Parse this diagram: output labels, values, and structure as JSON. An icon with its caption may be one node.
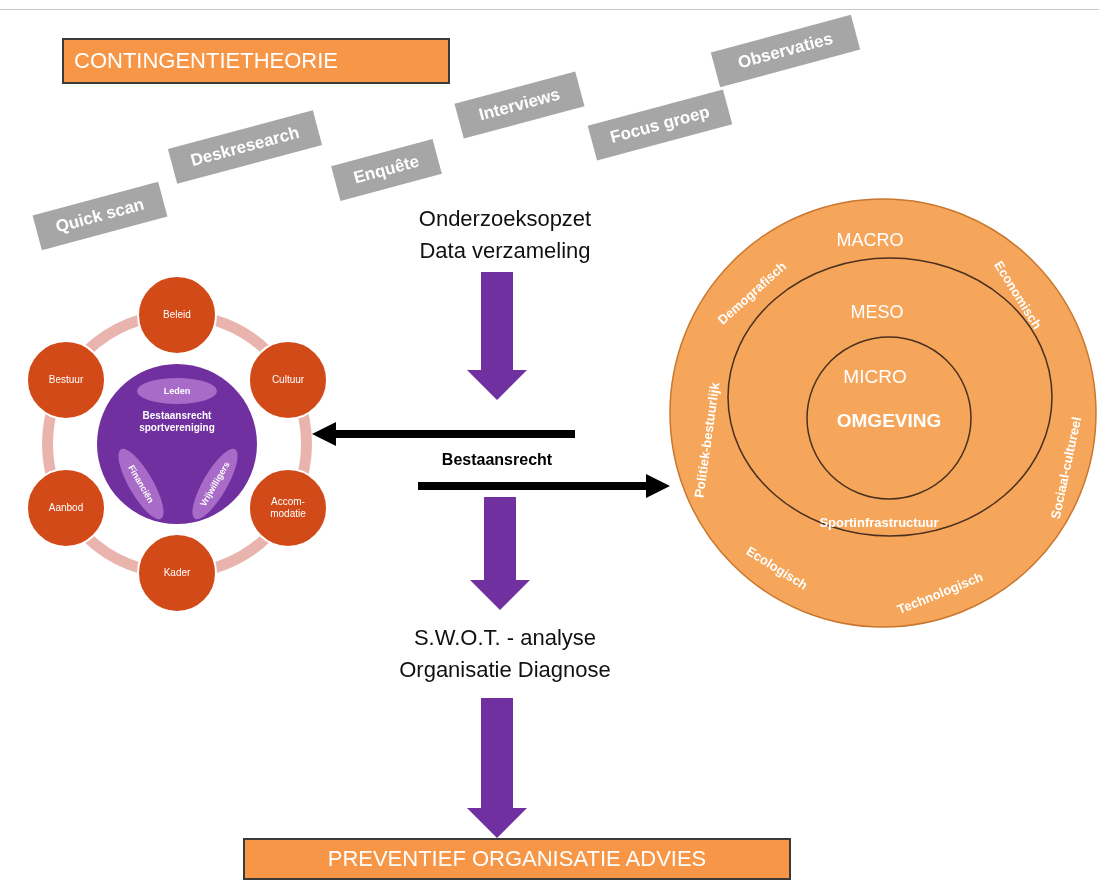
{
  "diagram": {
    "nodes": [
      {
        "text": [
          "CONTINGENTIETHEORIE"
        ]
      },
      {
        "text": [
          "Quick scan"
        ]
      },
      {
        "text": [
          "Deskresearch"
        ]
      },
      {
        "text": [
          "Enquête"
        ]
      },
      {
        "text": [
          "Interviews"
        ]
      },
      {
        "text": [
          "Focus groep"
        ]
      },
      {
        "text": [
          "Observaties"
        ]
      },
      {
        "text": [
          "Onderzoeksopzet",
          "Data verzameling"
        ]
      },
      {
        "text": [],
        "shape": "circle"
      },
      {
        "text": [
          "Beleid"
        ]
      },
      {
        "text": [
          "Bestuur"
        ]
      },
      {
        "text": [
          "Cultuur"
        ]
      },
      {
        "text": [
          "Bestaansrecht sportvereniging"
        ],
        "in": 8
      },
      {
        "text": [
          "Leden"
        ],
        "in": 12
      },
      {
        "text": [
          "Financiën"
        ],
        "in": 12
      },
      {
        "text": [
          "Vrijwilligers"
        ],
        "in": 12
      },
      {
        "text": [
          "Aanbod"
        ]
      },
      {
        "text": [
          "Accom-modatie"
        ]
      },
      {
        "text": [
          "Kader"
        ]
      },
      {
        "text": [
          "MACRO",
          "Demografisch",
          "Economisch",
          "Politiek-bestuurlijk",
          "Sociaal-cultureel",
          "Ecologisch",
          "Technologisch"
        ]
      },
      {
        "text": [
          "MESO",
          "Sportinfrastructuur"
        ],
        "in": 19
      },
      {
        "text": [
          "MICRO",
          "OMGEVING"
        ],
        "in": 20
      },
      {
        "text": [
          "S.W.O.T. - analyse",
          "Organisatie Diagnose"
        ]
      },
      {
        "text": [
          "PREVENTIEF ORGANISATIE ADVIES"
        ]
      }
    ],
    "edges": [
      {
        "from": 7,
        "to": null,
        "arrow": "to",
        "style": "thick"
      },
      {
        "from": null,
        "to": 8,
        "arrow": "to",
        "color": "#000000"
      },
      {
        "from": null,
        "to": 19,
        "arrow": "to",
        "color": "#000000"
      },
      {
        "from": null,
        "to": 22,
        "arrow": "to",
        "style": "thick"
      },
      {
        "from": 22,
        "to": 23,
        "arrow": "to",
        "style": "thick"
      }
    ],
    "labels": [
      "Bestaansrecht"
    ]
  }
}
